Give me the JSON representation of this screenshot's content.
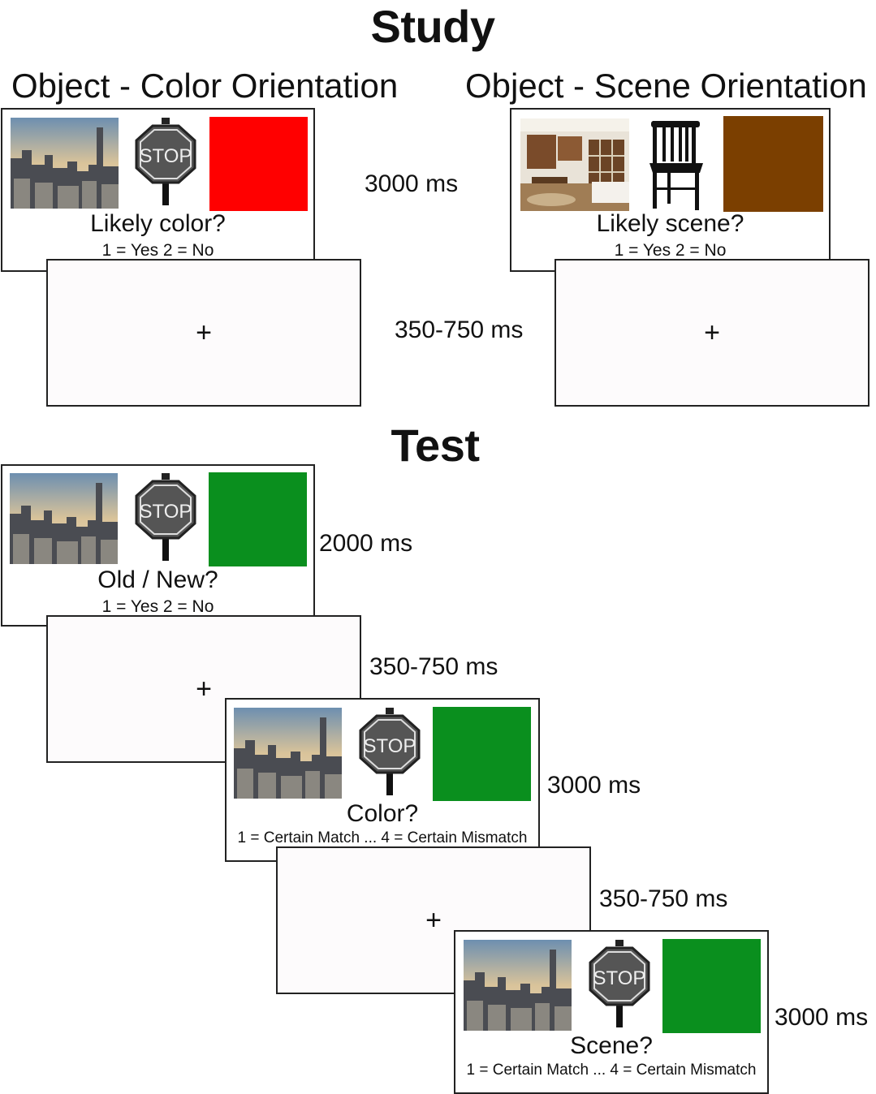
{
  "study": {
    "title": "Study",
    "color_condition": {
      "heading": "Object - Color Orientation",
      "question": "Likely color?",
      "keys": "1 = Yes   2 = No",
      "swatch_color": "#ff0000"
    },
    "scene_condition": {
      "heading": "Object - Scene Orientation",
      "question": "Likely scene?",
      "keys": "1 = Yes   2 = No",
      "swatch_color": "#7b3f00"
    },
    "study_duration": "3000 ms",
    "fixation_duration": "350-750 ms",
    "fixation": "+"
  },
  "test": {
    "title": "Test",
    "old_new": {
      "question": "Old / New?",
      "keys": "1 = Yes   2 = No",
      "duration": "2000 ms"
    },
    "fixation_1": {
      "symbol": "+",
      "duration": "350-750 ms"
    },
    "color": {
      "question": "Color?",
      "keys": "1 = Certain Match ... 4 = Certain Mismatch",
      "duration": "3000 ms"
    },
    "fixation_2": {
      "symbol": "+",
      "duration": "350-750 ms"
    },
    "scene": {
      "question": "Scene?",
      "keys": "1 = Certain Match ... 4 = Certain Mismatch",
      "duration": "3000 ms"
    },
    "swatch_color": "#0a8f1e"
  },
  "stop_sign_text": "STOP"
}
